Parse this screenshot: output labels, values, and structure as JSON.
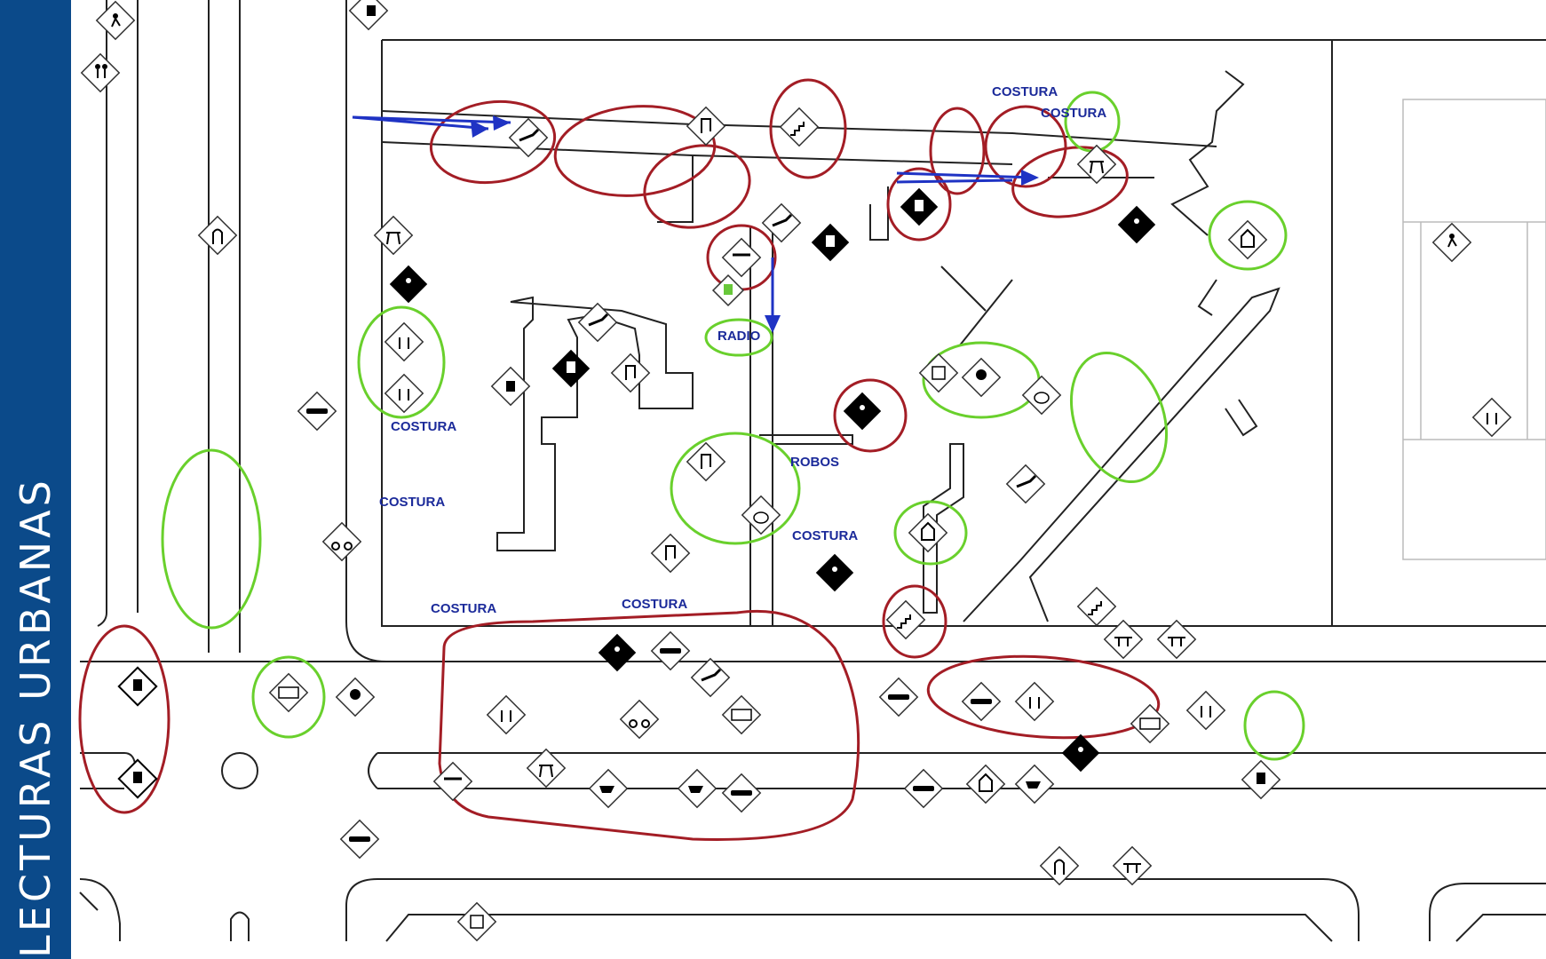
{
  "sidebar": {
    "title": "LECTURAS URBANAS"
  },
  "labels": {
    "costura_top1": "COSTURA",
    "costura_top2": "COSTURA",
    "radio": "RADIO",
    "costura_left1": "COSTURA",
    "costura_left2": "COSTURA",
    "robos": "ROBOS",
    "costura_mid": "COSTURA",
    "costura_bottom1": "COSTURA",
    "costura_bottom2": "COSTURA"
  },
  "icon_markers": [
    "soccer-player-icon",
    "dancing-people-icon",
    "laundry-icon",
    "public-toilet-icon",
    "grill-icon",
    "construction-worker-icon",
    "people-chatting-icon",
    "car-icon",
    "dog-icon",
    "music-note-icon",
    "stairs-icon",
    "clothesline-icon",
    "cooking-pot-icon",
    "motorcycle-icon",
    "garbage-bin-icon",
    "church-icon",
    "ambulance-icon",
    "assembly-icon",
    "alphabet-blocks-icon",
    "radio-icon",
    "picnic-table-icon",
    "cyclist-icon",
    "couple-walking-icon",
    "wheelbarrow-icon"
  ],
  "colors": {
    "sidebar": "#0b4a8a",
    "problem_zone": "#a31d25",
    "positive_zone": "#69d02c",
    "flow_arrow": "#1f33c4",
    "label_text": "#1b2a9a"
  }
}
